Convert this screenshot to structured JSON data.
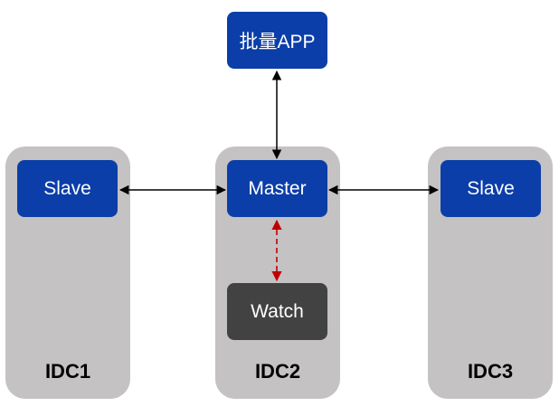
{
  "nodes": {
    "batch_app": "批量APP",
    "master": "Master",
    "slave_left": "Slave",
    "slave_right": "Slave",
    "watch": "Watch"
  },
  "datacenters": {
    "idc1": "IDC1",
    "idc2": "IDC2",
    "idc3": "IDC3"
  },
  "colors": {
    "node_blue": "#0b3ea8",
    "watch_gray": "#424242",
    "idc_bg": "#c4c2c3",
    "edge": "#000000",
    "watch_edge": "#c00000"
  }
}
